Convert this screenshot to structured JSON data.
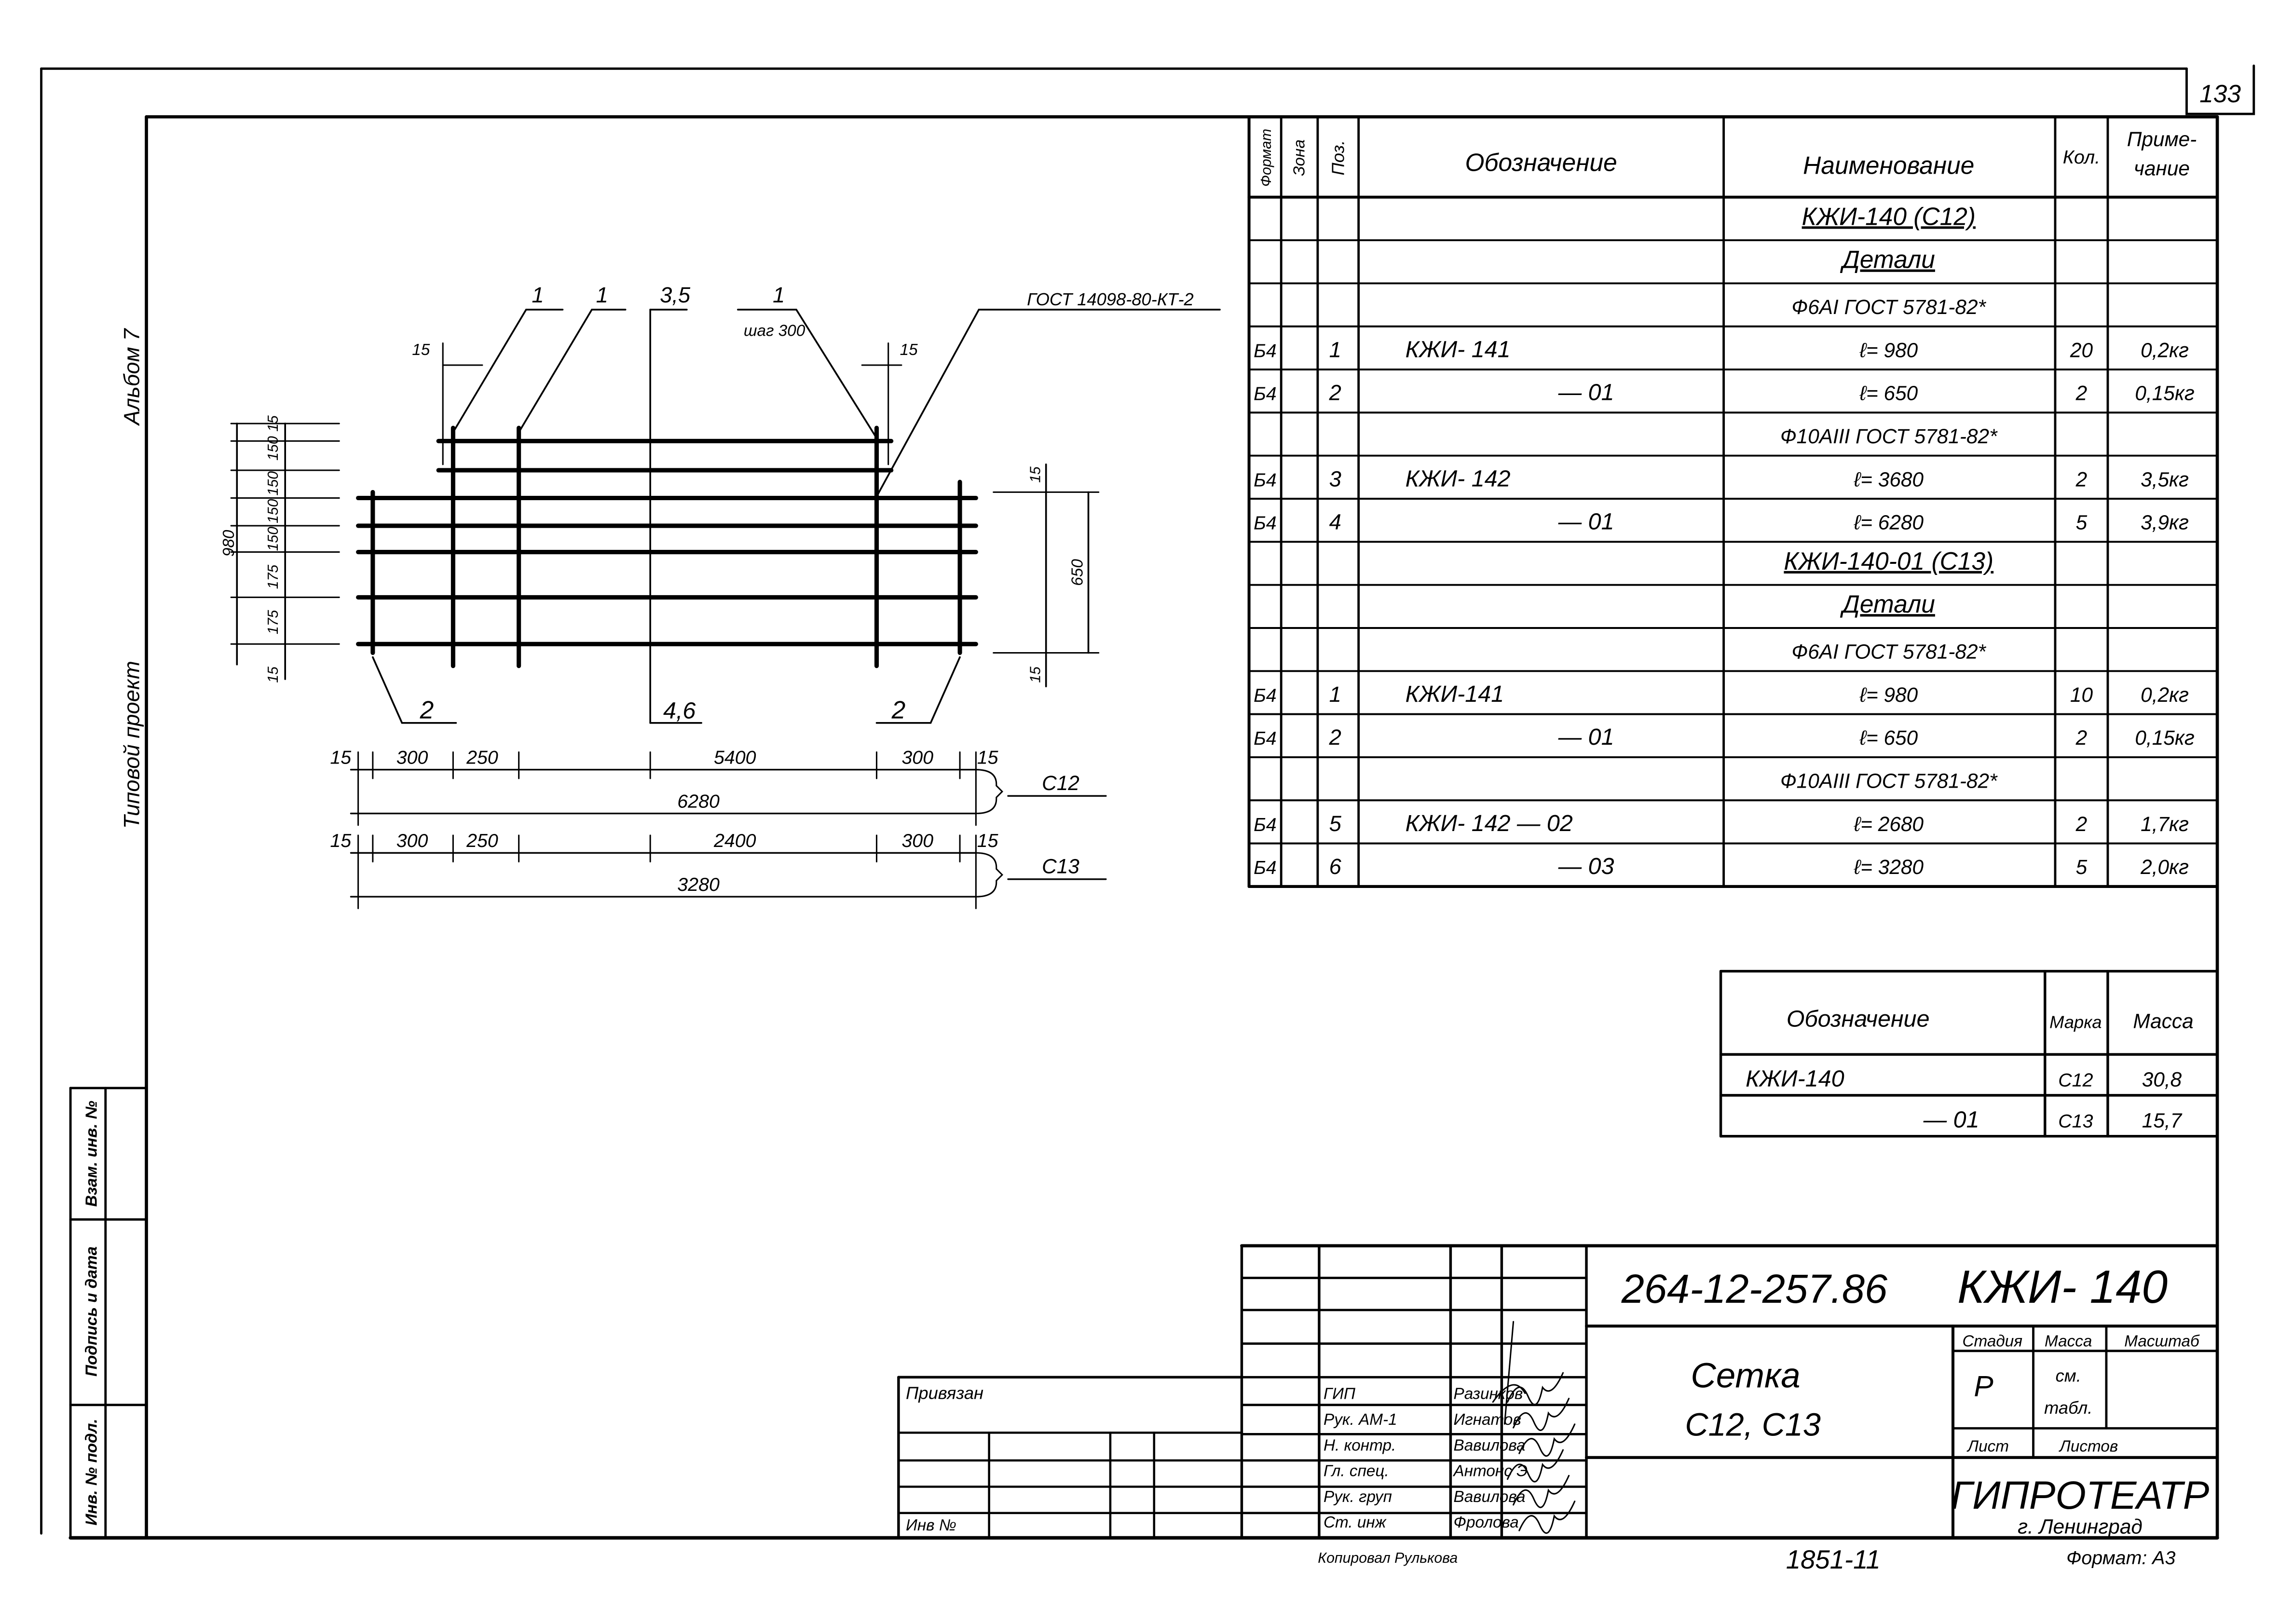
{
  "page_number": "133",
  "side_labels": {
    "album": "Альбом 7",
    "project": "Типовой проект",
    "stamp": [
      "Взам. инв. №",
      "Подпись и дата",
      "Инв. № подл."
    ]
  },
  "drawing": {
    "leaders": [
      "1",
      "1",
      "3,5",
      "1",
      "2",
      "4,6",
      "2"
    ],
    "step_label": "шаг 300",
    "gost_label": "ГОСТ 14098-80-КТ-2",
    "dim_15": "15",
    "left_dims": [
      "15",
      "150",
      "150",
      "150",
      "150",
      "175",
      "175",
      "15"
    ],
    "left_total": "980",
    "right_dims": [
      "15",
      "15"
    ],
    "right_total": "650",
    "c12_chain": [
      "15",
      "300",
      "250",
      "5400",
      "300",
      "15"
    ],
    "c12_total": "6280",
    "c12_label": "С12",
    "c13_chain": [
      "15",
      "300",
      "250",
      "2400",
      "300",
      "15"
    ],
    "c13_total": "3280",
    "c13_label": "С13"
  },
  "spec_table": {
    "headers": [
      "Формат",
      "Зона",
      "Поз.",
      "Обозначение",
      "Наименование",
      "Кол.",
      "Приме-",
      "чание"
    ],
    "rows": [
      {
        "format": "",
        "pos": "",
        "designation": "",
        "name": "КЖИ-140     (С12)",
        "qty": "",
        "note": "",
        "heading": true
      },
      {
        "format": "",
        "pos": "",
        "designation": "",
        "name": "Детали",
        "qty": "",
        "note": "",
        "heading": true
      },
      {
        "format": "",
        "pos": "",
        "designation": "",
        "name": "Ф6АI  ГОСТ 5781-82*",
        "qty": "",
        "note": ""
      },
      {
        "format": "Б4",
        "pos": "1",
        "designation": "КЖИ- 141",
        "name": "ℓ= 980",
        "qty": "20",
        "note": "0,2кг"
      },
      {
        "format": "Б4",
        "pos": "2",
        "designation": "— 01",
        "name": "ℓ= 650",
        "qty": "2",
        "note": "0,15кг"
      },
      {
        "format": "",
        "pos": "",
        "designation": "",
        "name": "Ф10АIII  ГОСТ 5781-82*",
        "qty": "",
        "note": ""
      },
      {
        "format": "Б4",
        "pos": "3",
        "designation": "КЖИ- 142",
        "name": "ℓ= 3680",
        "qty": "2",
        "note": "3,5кг"
      },
      {
        "format": "Б4",
        "pos": "4",
        "designation": "— 01",
        "name": "ℓ= 6280",
        "qty": "5",
        "note": "3,9кг"
      },
      {
        "format": "",
        "pos": "",
        "designation": "",
        "name": "КЖИ-140-01 (С13)",
        "qty": "",
        "note": "",
        "heading": true
      },
      {
        "format": "",
        "pos": "",
        "designation": "",
        "name": "Детали",
        "qty": "",
        "note": "",
        "heading": true
      },
      {
        "format": "",
        "pos": "",
        "designation": "",
        "name": "Ф6АI  ГОСТ 5781-82*",
        "qty": "",
        "note": ""
      },
      {
        "format": "Б4",
        "pos": "1",
        "designation": "КЖИ-141",
        "name": "ℓ= 980",
        "qty": "10",
        "note": "0,2кг"
      },
      {
        "format": "Б4",
        "pos": "2",
        "designation": "— 01",
        "name": "ℓ= 650",
        "qty": "2",
        "note": "0,15кг"
      },
      {
        "format": "",
        "pos": "",
        "designation": "",
        "name": "Ф10АIII  ГОСТ 5781-82*",
        "qty": "",
        "note": ""
      },
      {
        "format": "Б4",
        "pos": "5",
        "designation": "КЖИ- 142    — 02",
        "name": "ℓ= 2680",
        "qty": "2",
        "note": "1,7кг"
      },
      {
        "format": "Б4",
        "pos": "6",
        "designation": "— 03",
        "name": "ℓ= 3280",
        "qty": "5",
        "note": "2,0кг"
      }
    ]
  },
  "mass_table": {
    "headers": [
      "Обозначение",
      "Марка",
      "Масса"
    ],
    "rows": [
      {
        "designation": "КЖИ-140",
        "mark": "С12",
        "mass": "30,8"
      },
      {
        "designation": "— 01",
        "mark": "С13",
        "mass": "15,7"
      }
    ]
  },
  "title_block": {
    "doc_number": "264-12-257.86",
    "doc_code": "КЖИ- 140",
    "title_line1": "Сетка",
    "title_line2": "С12, С13",
    "stage_header": "Стадия",
    "mass_header": "Масса",
    "scale_header": "Масштаб",
    "stage": "Р",
    "mass_line1": "см.",
    "mass_line2": "табл.",
    "sheet_label": "Лист",
    "sheets_label": "Листов",
    "org": "ГИПРОТЕАТР",
    "city": "г. Ленинград",
    "bound_label": "Привязан",
    "inv_label": "Инв №",
    "roles": [
      {
        "role": "ГИП",
        "name": "Разинков"
      },
      {
        "role": "Рук. АМ-1",
        "name": "Игнатов"
      },
      {
        "role": "Н. контр.",
        "name": "Вавилова"
      },
      {
        "role": "Гл. спец.",
        "name": "Антонс Э"
      },
      {
        "role": "Рук. груп",
        "name": "Вавилова"
      },
      {
        "role": "Ст. инж",
        "name": "Фролова"
      }
    ]
  },
  "footer": {
    "copied": "Копировал  Рулькова",
    "order": "1851-11",
    "format": "Формат: А3"
  }
}
